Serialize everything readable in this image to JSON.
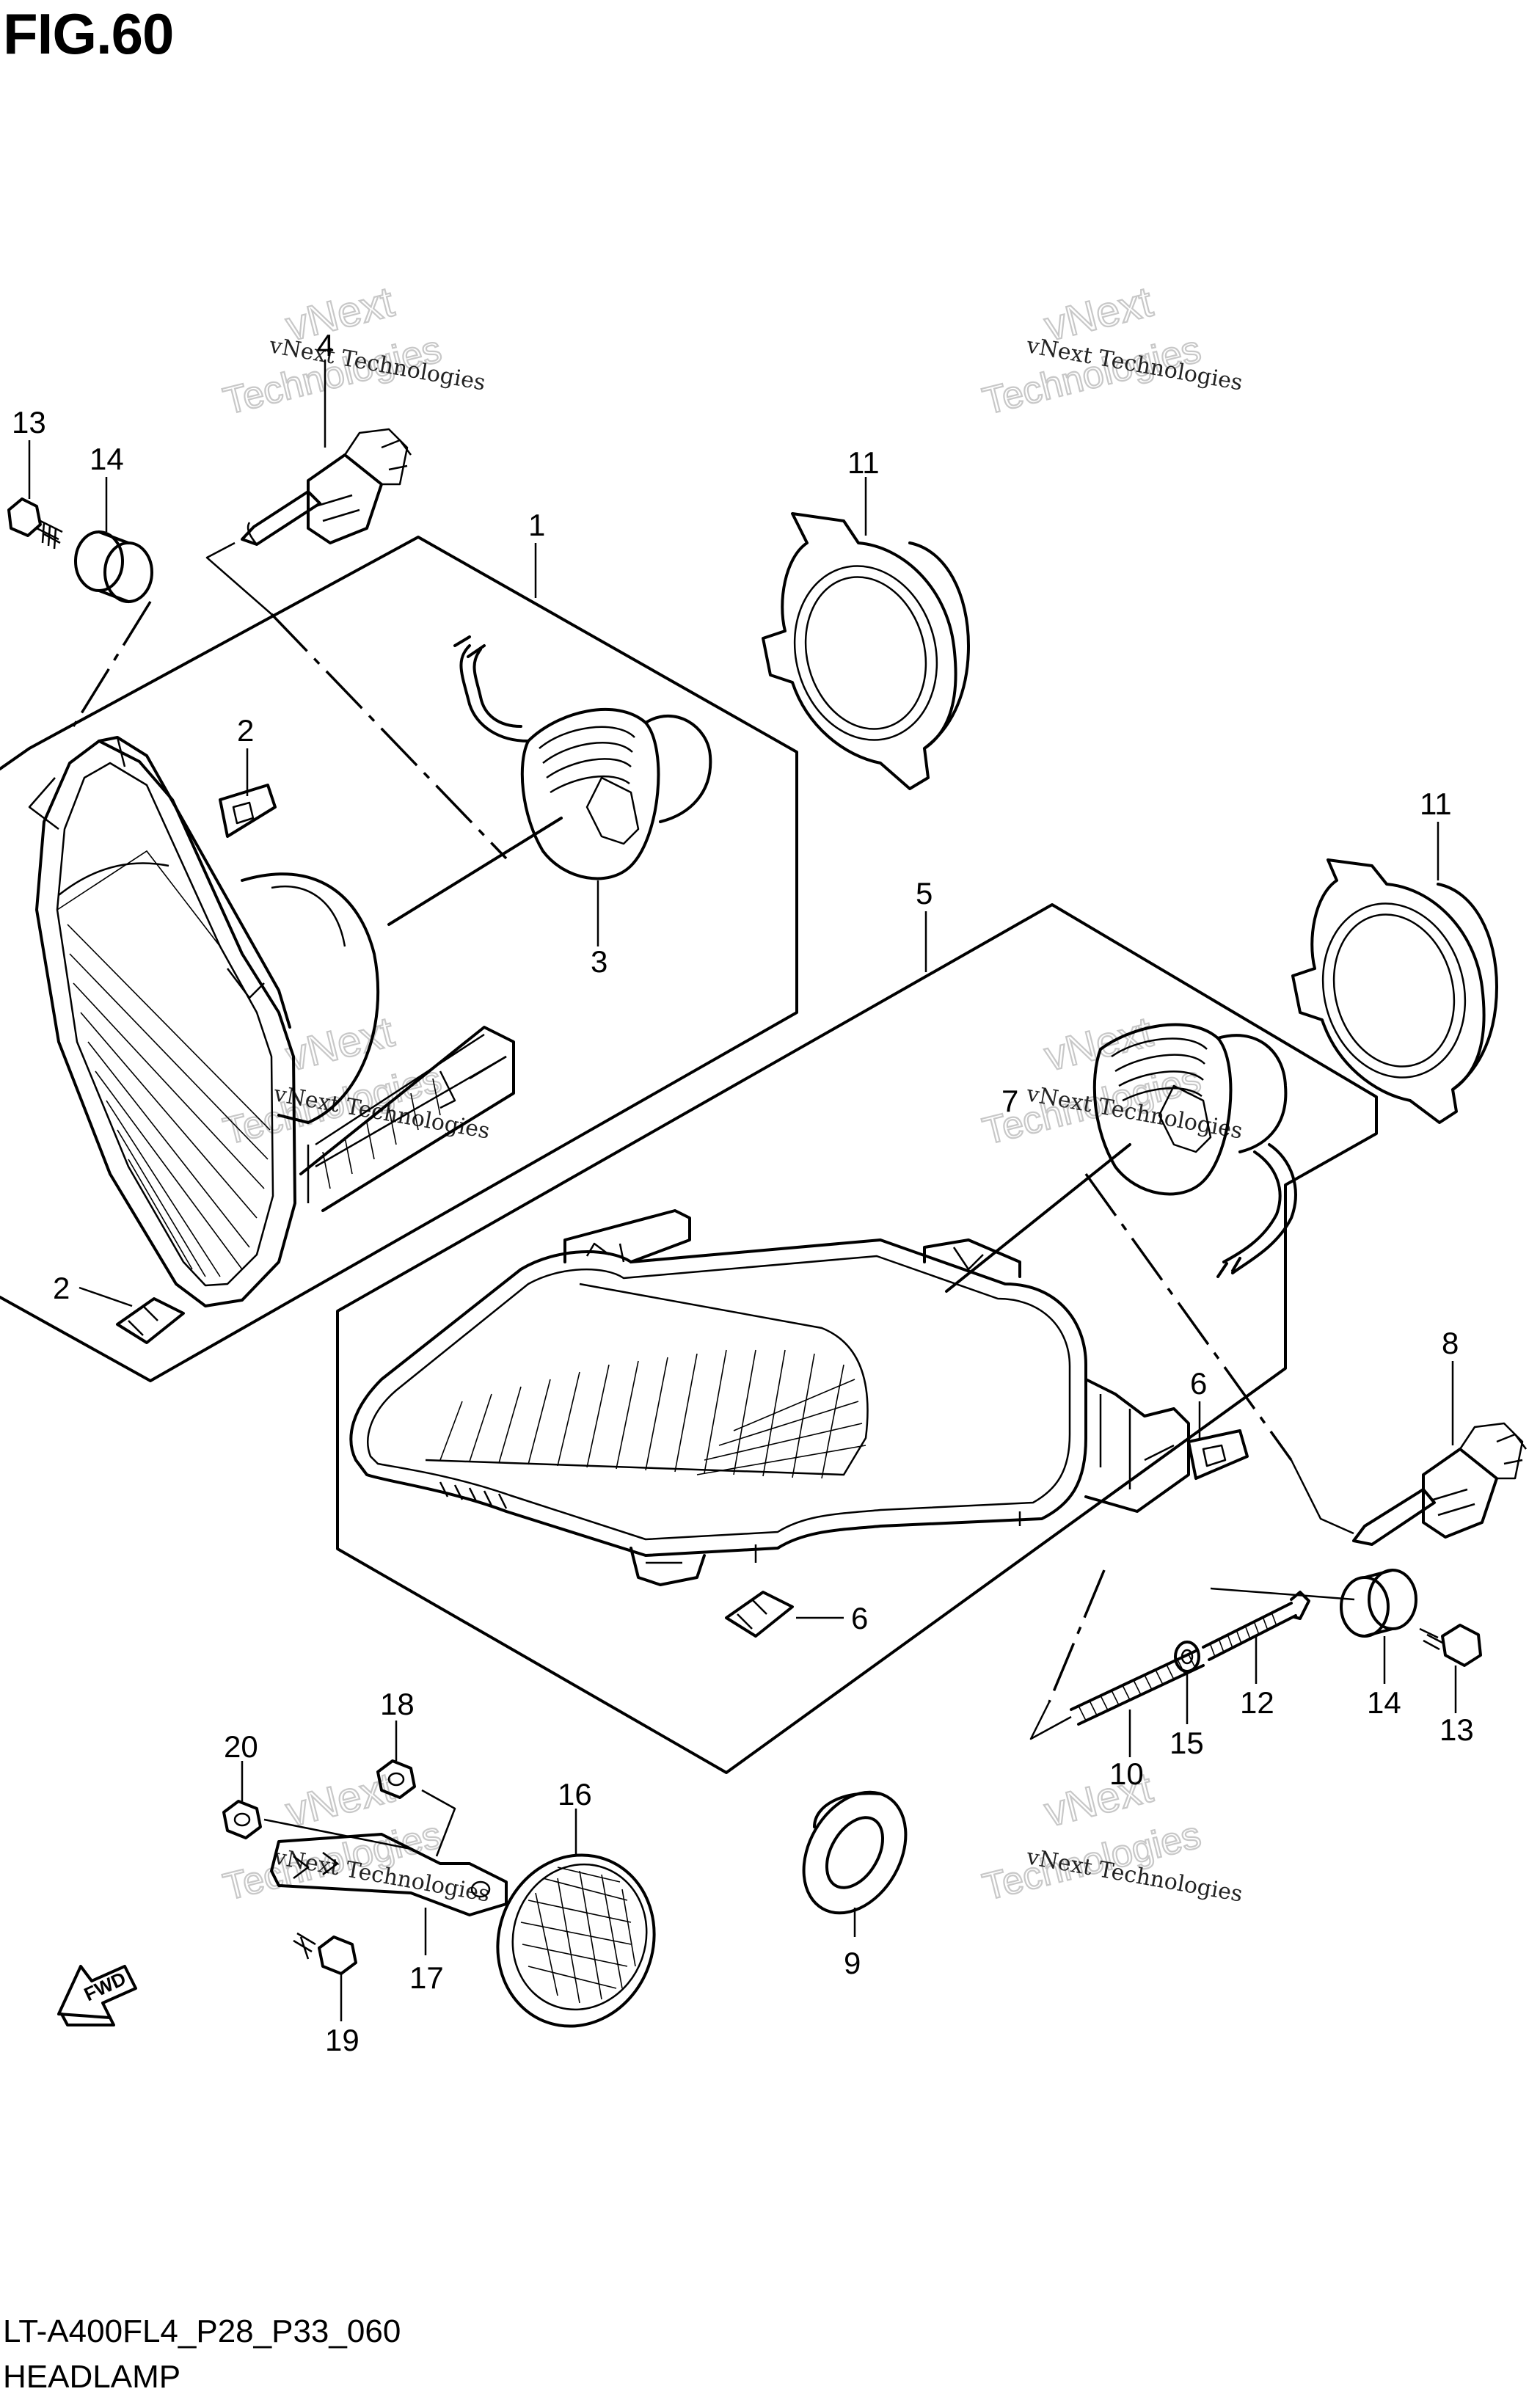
{
  "figure": {
    "title": "FIG.60",
    "drawing_code": "LT-A400FL4_P28_P33_060",
    "name": "HEADLAMP"
  },
  "callouts": {
    "c1": "1",
    "c2a": "2",
    "c2b": "2",
    "c3": "3",
    "c4": "4",
    "c5": "5",
    "c6a": "6",
    "c6b": "6",
    "c7": "7",
    "c8": "8",
    "c9": "9",
    "c10": "10",
    "c11a": "11",
    "c11b": "11",
    "c12": "12",
    "c13a": "13",
    "c13b": "13",
    "c14a": "14",
    "c14b": "14",
    "c15": "15",
    "c16": "16",
    "c17": "17",
    "c18": "18",
    "c19": "19",
    "c20": "20"
  },
  "fwd_label": "FWD",
  "watermark": {
    "line1": "vNext Technologies",
    "line2": "vNext",
    "line3": "Technologies"
  }
}
